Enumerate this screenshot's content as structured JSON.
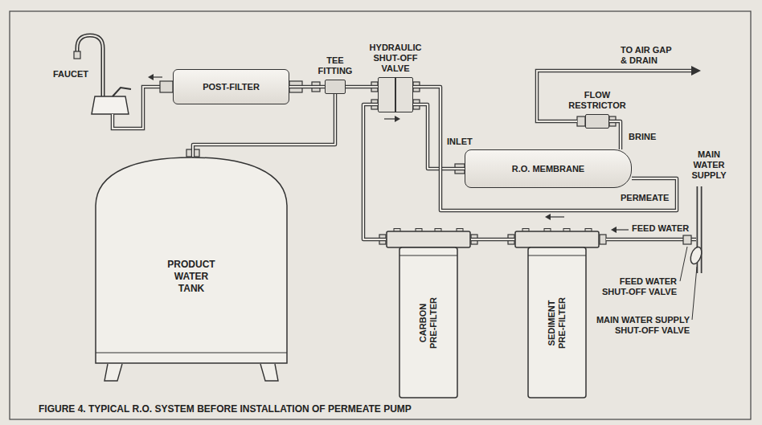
{
  "diagram": {
    "caption": "FIGURE 4. TYPICAL R.O. SYSTEM BEFORE INSTALLATION OF PERMEATE PUMP",
    "nodes": [
      {
        "text": [
          "POST-FILTER"
        ]
      },
      {
        "text": [
          "TEE FITTING"
        ]
      },
      {
        "text": [
          "HYDRAULIC SHUT-OFF VALVE"
        ]
      },
      {
        "text": [
          "FLOW RESTRICTOR"
        ]
      },
      {
        "text": [
          "R.O. MEMBRANE"
        ]
      },
      {
        "text": [
          "PRODUCT WATER TANK"
        ]
      },
      {
        "text": [
          "CARBON PRE-FILTER"
        ]
      },
      {
        "text": [
          "SEDIMENT PRE-FILTER"
        ]
      }
    ],
    "edges": [
      {
        "from": 7,
        "to": 6,
        "arrow": "none"
      },
      {
        "from": 6,
        "to": 2,
        "arrow": "none"
      },
      {
        "from": 2,
        "to": 4,
        "arrow": "none"
      },
      {
        "from": 4,
        "to": 2,
        "arrow": "none"
      },
      {
        "from": 2,
        "to": 1,
        "arrow": "none"
      },
      {
        "from": 1,
        "to": 0,
        "arrow": "none"
      },
      {
        "from": 1,
        "to": 5,
        "arrow": "none"
      },
      {
        "from": 4,
        "to": 3,
        "arrow": "none"
      }
    ],
    "labels": [
      "FAUCET",
      "INLET",
      "BRINE",
      "PERMEATE",
      "TO AIR GAP & DRAIN",
      "MAIN WATER SUPPLY",
      "FEED WATER",
      "FEED WATER SHUT-OFF VALVE",
      "MAIN WATER SUPPLY SHUT-OFF VALVE"
    ]
  }
}
